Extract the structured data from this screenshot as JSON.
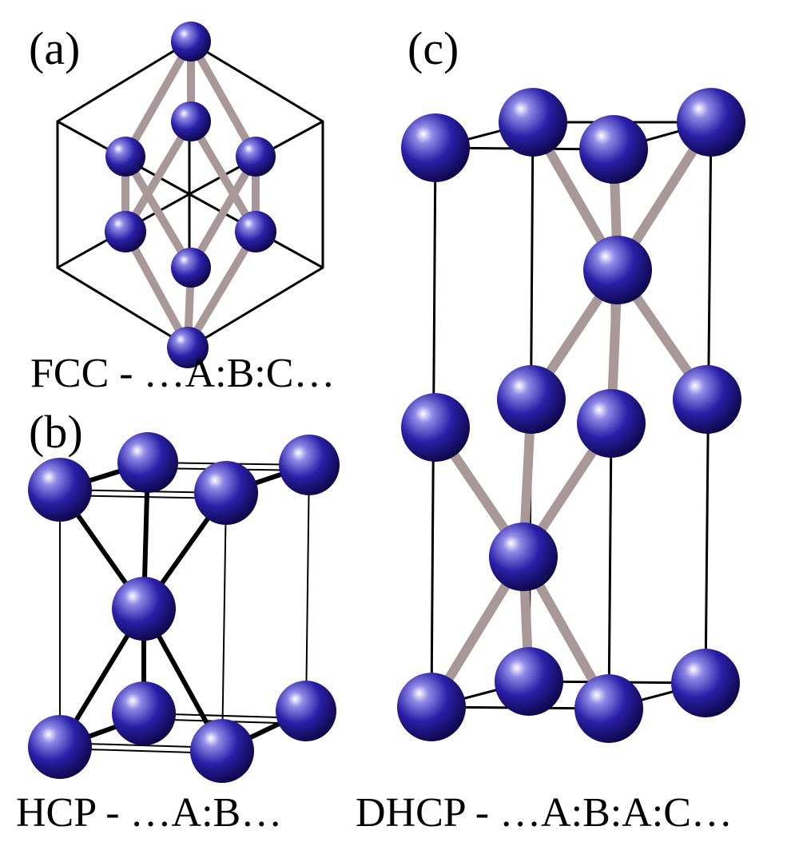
{
  "colors": {
    "atom": "#2a1fa8",
    "atom_highlight": "#ffffff",
    "atom_shadow": "#0b0640",
    "bond_fcc": "#a89898",
    "bond_hcp": "#000000",
    "bond_dhcp": "#a89898",
    "cell_edge": "#000000"
  },
  "panels": [
    {
      "id": "a",
      "label": "(a)",
      "caption": "FCC - …A:B:C…",
      "structure": "FCC",
      "stacking": "A:B:C"
    },
    {
      "id": "b",
      "label": "(b)",
      "caption": "HCP - …A:B…",
      "structure": "HCP",
      "stacking": "A:B"
    },
    {
      "id": "c",
      "label": "(c)",
      "caption": "DHCP - …A:B:A:C…",
      "structure": "DHCP",
      "stacking": "A:B:A:C"
    }
  ]
}
